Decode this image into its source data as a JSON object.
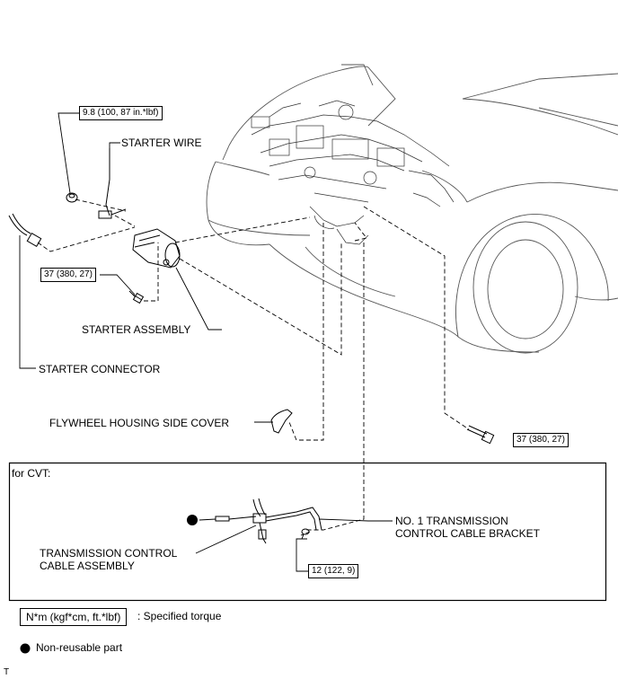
{
  "labels": {
    "starter_wire": "STARTER WIRE",
    "starter_assembly": "STARTER ASSEMBLY",
    "starter_connector": "STARTER CONNECTOR",
    "flywheel_cover": "FLYWHEEL HOUSING SIDE COVER",
    "cvt_title": "for CVT:",
    "trans_cable_line1": "TRANSMISSION CONTROL",
    "trans_cable_line2": "CABLE ASSEMBLY",
    "bracket_line1": "NO. 1 TRANSMISSION",
    "bracket_line2": "CONTROL CABLE BRACKET"
  },
  "torques": {
    "nut_starter_wire": "9.8 (100, 87 in.*lbf)",
    "bolt_starter": "37 (380, 27)",
    "bolt_right": "37 (380, 27)",
    "bolt_bracket": "12 (122, 9)"
  },
  "legend": {
    "torque_unit": "N*m (kgf*cm, ft.*lbf)",
    "torque_desc": ": Specified torque",
    "nonreusable_desc": "Non-reusable part"
  },
  "corner_mark": "T"
}
